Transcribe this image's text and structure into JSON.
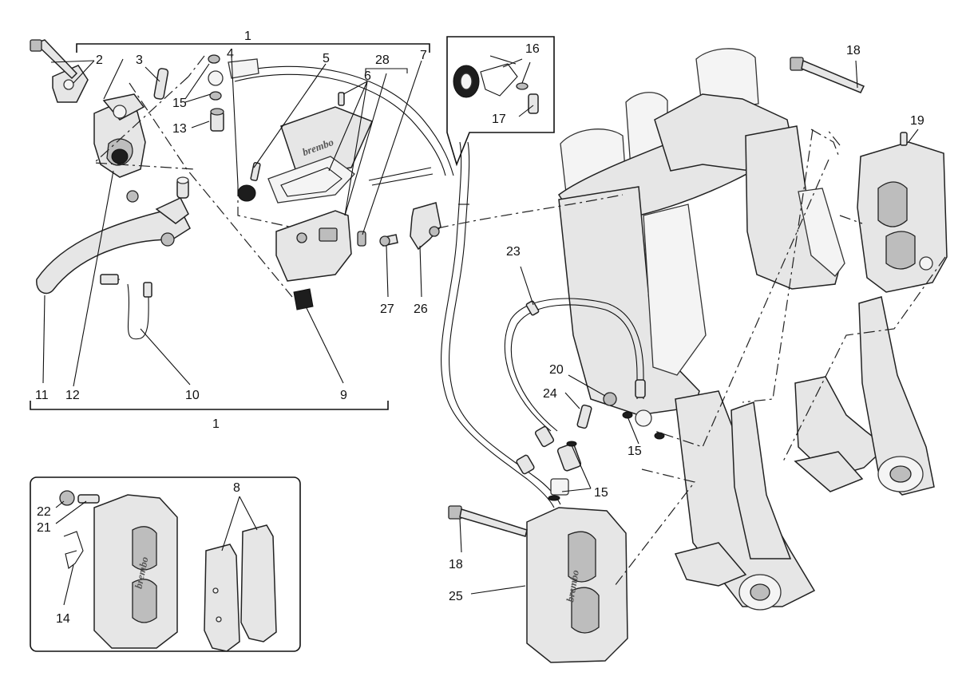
{
  "callouts": {
    "c1_top": "1",
    "c1_bottom": "1",
    "c2": "2",
    "c3": "3",
    "c4": "4",
    "c5": "5",
    "c6": "6",
    "c7": "7",
    "c8": "8",
    "c9": "9",
    "c10": "10",
    "c11": "11",
    "c12": "12",
    "c13": "13",
    "c14": "14",
    "c15_a": "15",
    "c15_b": "15",
    "c15_c": "15",
    "c16": "16",
    "c17": "17",
    "c18_a": "18",
    "c18_b": "18",
    "c19": "19",
    "c20": "20",
    "c21": "21",
    "c22": "22",
    "c23": "23",
    "c24": "24",
    "c25": "25",
    "c26": "26",
    "c27": "27",
    "c28": "28"
  },
  "caliper_logo": "brembo",
  "cap_logo": "brembo",
  "colors": {
    "line": "#111111",
    "part_fill": "#e6e6e6",
    "background": "#ffffff"
  }
}
